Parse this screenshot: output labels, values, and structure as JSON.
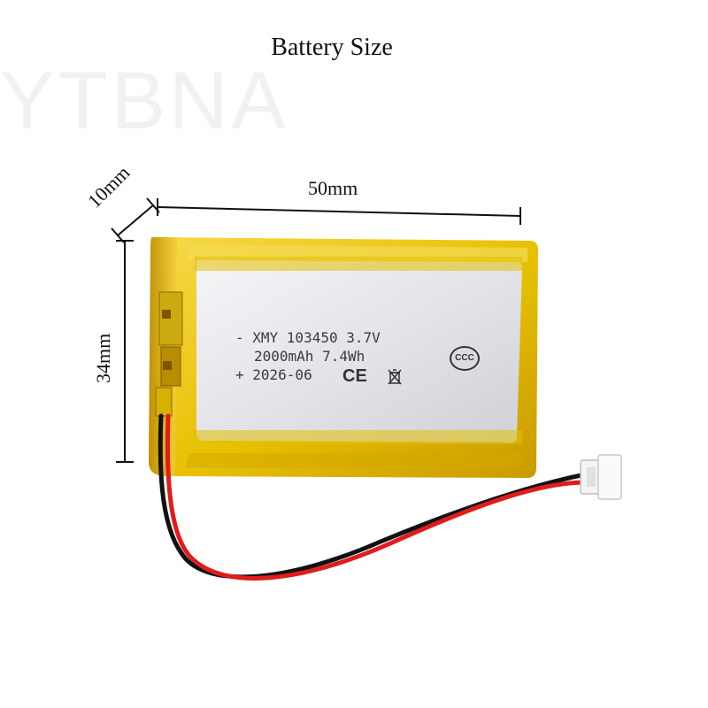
{
  "title": "Battery Size",
  "watermark": "YTBNA",
  "dimensions": {
    "width": "50mm",
    "thickness": "10mm",
    "height": "34mm"
  },
  "battery_label": {
    "line1": "- XMY 103450 3.7V",
    "line2": "2000mAh 7.4Wh",
    "line3": "+ 2026-06",
    "ccc_mark": "CCC",
    "ce_mark": "CE"
  },
  "colors": {
    "wrap_yellow": "#e8c400",
    "label_silver": "#e6e7ea",
    "wire_red": "#e01c1c",
    "wire_black": "#111111",
    "connector_white": "#f4f4f4"
  },
  "icons": {
    "ccc": "ccc-certification-icon",
    "ce": "ce-mark-icon",
    "bin": "crossed-bin-icon"
  }
}
